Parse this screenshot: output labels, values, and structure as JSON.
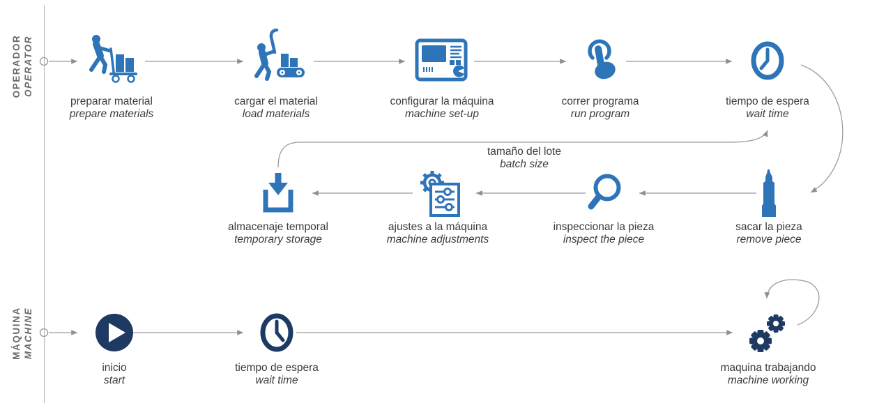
{
  "lanes": {
    "operator": {
      "primary": "OPERADOR",
      "secondary": "OPERATOR"
    },
    "machine": {
      "primary": "MÁQUINA",
      "secondary": "MACHINE"
    }
  },
  "loop_label": {
    "primary": "tamaño del lote",
    "secondary": "batch size"
  },
  "nodes": {
    "prepare": {
      "primary": "preparar material",
      "secondary": "prepare materials",
      "icon": "worker-cart-icon"
    },
    "load": {
      "primary": "cargar el material",
      "secondary": "load materials",
      "icon": "worker-conveyor-icon"
    },
    "setup": {
      "primary": "configurar la máquina",
      "secondary": "machine set-up",
      "icon": "control-panel-icon"
    },
    "run": {
      "primary": "correr programa",
      "secondary": "run program",
      "icon": "press-button-icon"
    },
    "wait_operator": {
      "primary": "tiempo de espera",
      "secondary": "wait time",
      "icon": "clock-icon"
    },
    "remove": {
      "primary": "sacar la pieza",
      "secondary": "remove piece",
      "icon": "piece-icon"
    },
    "inspect": {
      "primary": "inspeccionar la pieza",
      "secondary": "inspect the piece",
      "icon": "magnifier-icon"
    },
    "adjust": {
      "primary": "ajustes a la máquina",
      "secondary": "machine adjustments",
      "icon": "gear-sliders-icon"
    },
    "storage": {
      "primary": "almacenaje temporal",
      "secondary": "temporary storage",
      "icon": "storage-tray-icon"
    },
    "start": {
      "primary": "inicio",
      "secondary": "start",
      "icon": "play-icon"
    },
    "wait_machine": {
      "primary": "tiempo de espera",
      "secondary": "wait time",
      "icon": "clock-navy-icon"
    },
    "working": {
      "primary": "maquina trabajando",
      "secondary": "machine working",
      "icon": "gears-icon"
    }
  },
  "colors": {
    "icon_blue": "#2e74b8",
    "icon_navy": "#1e3a63",
    "line_gray": "#9b9b9b",
    "text_dark": "#3b3b3b",
    "lane_label_gray": "#6a6a6a"
  }
}
